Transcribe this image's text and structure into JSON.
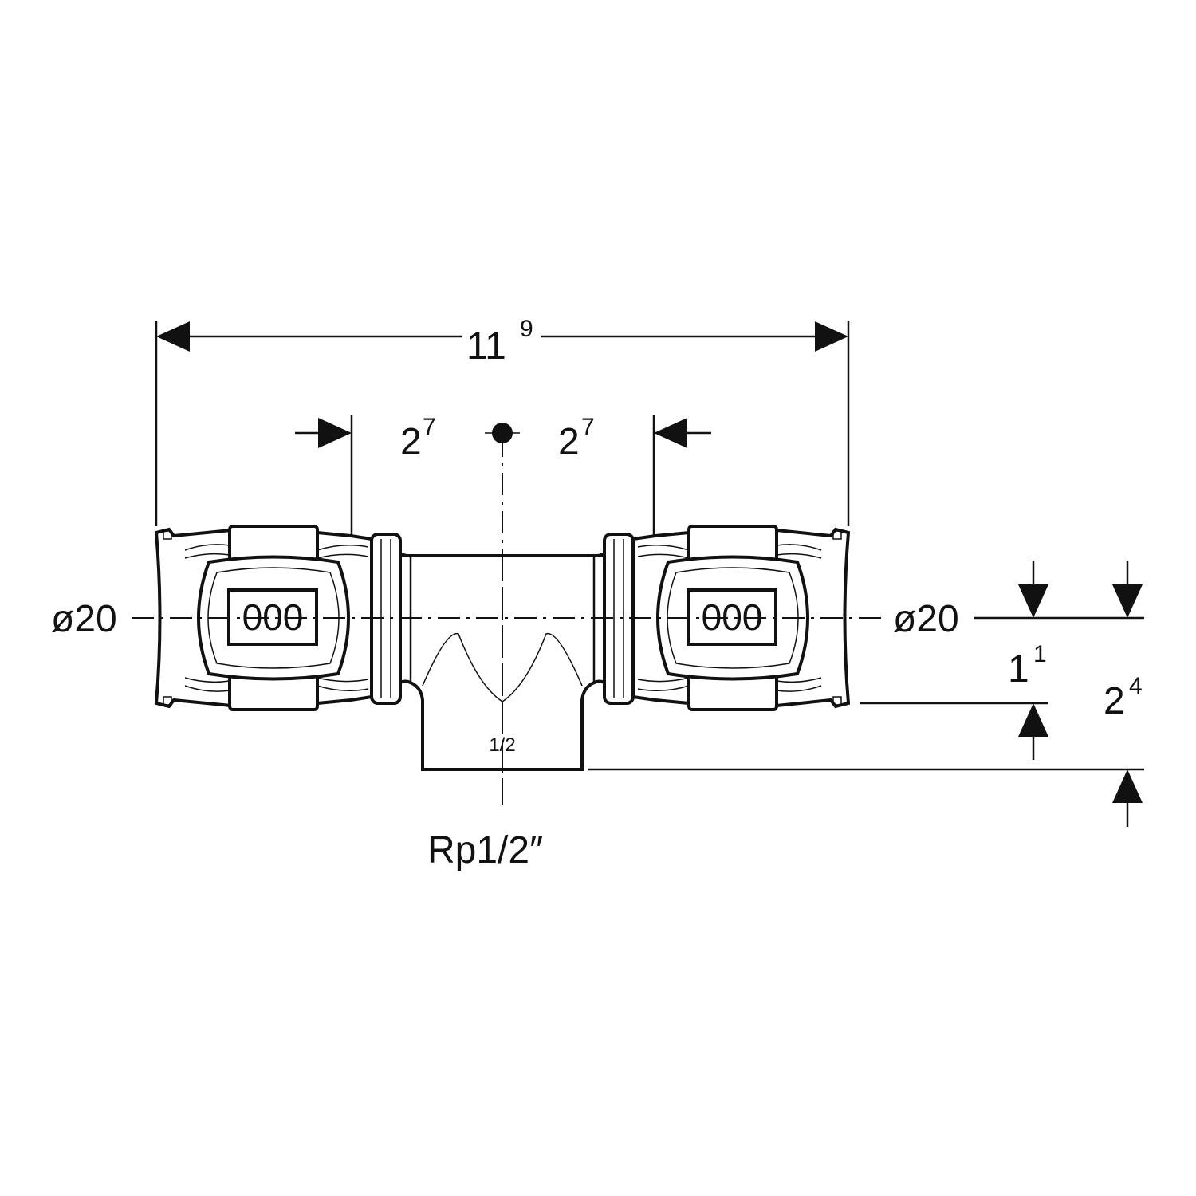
{
  "dimensions": {
    "overall_length": {
      "main": "11",
      "sup": "9"
    },
    "left_insertion": {
      "main": "2",
      "sup": "7"
    },
    "right_insertion": {
      "main": "2",
      "sup": "7"
    },
    "left_pipe_diameter": "ø20",
    "right_pipe_diameter": "ø20",
    "branch_height_inner": {
      "main": "1",
      "sup": "1"
    },
    "branch_height_outer": {
      "main": "2",
      "sup": "4"
    },
    "branch_thread": "Rp1/2″"
  },
  "fitting_marks": {
    "branch_mark": "1/2",
    "left_code": "000",
    "right_code": "000"
  },
  "colors": {
    "line": "#111111",
    "background": "#ffffff"
  }
}
